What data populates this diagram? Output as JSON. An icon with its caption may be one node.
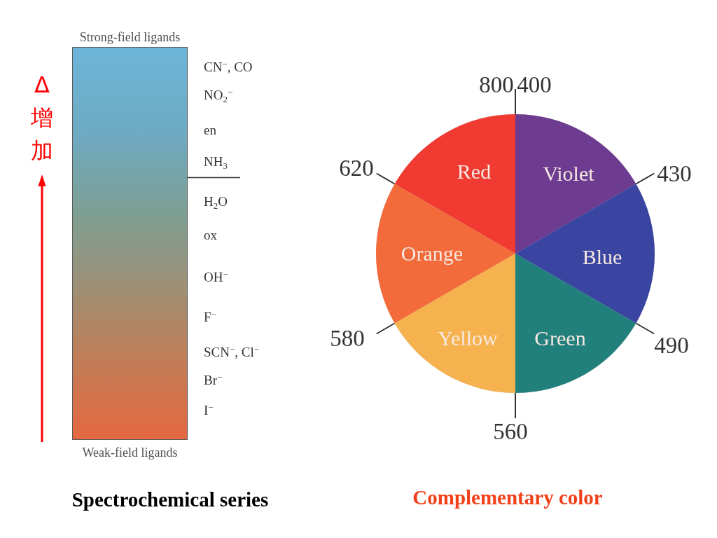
{
  "diagram": {
    "nodes": [
      {
        "text": [
          "Strong-field ligands",
          "Weak-field ligands"
        ],
        "beside": [
          "CN$^{−}$, CO",
          "NO$_{2}$$^{−}$",
          "en",
          "NH$_{3}$",
          "H$_{2}$O",
          "ox",
          "OH$^{−}$",
          "F$^{−}$",
          "SCN$^{−}$, Cl$^{−}$",
          "Br$^{−}$",
          "I$^{−}$"
        ]
      },
      {
        "text": [
          "800"
        ]
      },
      {
        "text": [
          "400"
        ]
      },
      {
        "text": [],
        "shape": "circle"
      },
      {
        "text": [
          "Red"
        ],
        "in": 3
      },
      {
        "text": [
          "Violet"
        ],
        "in": 3
      },
      {
        "text": [
          "Orange"
        ],
        "in": 3
      },
      {
        "text": [
          "Blue"
        ],
        "in": 3
      },
      {
        "text": [
          "Yellow"
        ],
        "in": 3
      },
      {
        "text": [
          "Green"
        ],
        "in": 3
      },
      {
        "text": [
          "620"
        ]
      },
      {
        "text": [
          "430"
        ]
      },
      {
        "text": [
          "580"
        ]
      },
      {
        "text": [
          "490"
        ]
      },
      {
        "text": [
          "560"
        ]
      }
    ],
    "edges": [
      {
        "from": 1,
        "to": 3,
        "arrow": "none"
      },
      {
        "from": 2,
        "to": 3,
        "arrow": "none"
      },
      {
        "from": 10,
        "to": 3,
        "arrow": "none"
      },
      {
        "from": 11,
        "to": 3,
        "arrow": "none"
      },
      {
        "from": 12,
        "to": 3,
        "arrow": "none"
      },
      {
        "from": 13,
        "to": 3,
        "arrow": "none"
      },
      {
        "from": 14,
        "to": 3,
        "arrow": "none"
      }
    ],
    "labels": [
      "Δ增加",
      "Spectrochemical series",
      "Complementary color"
    ]
  }
}
